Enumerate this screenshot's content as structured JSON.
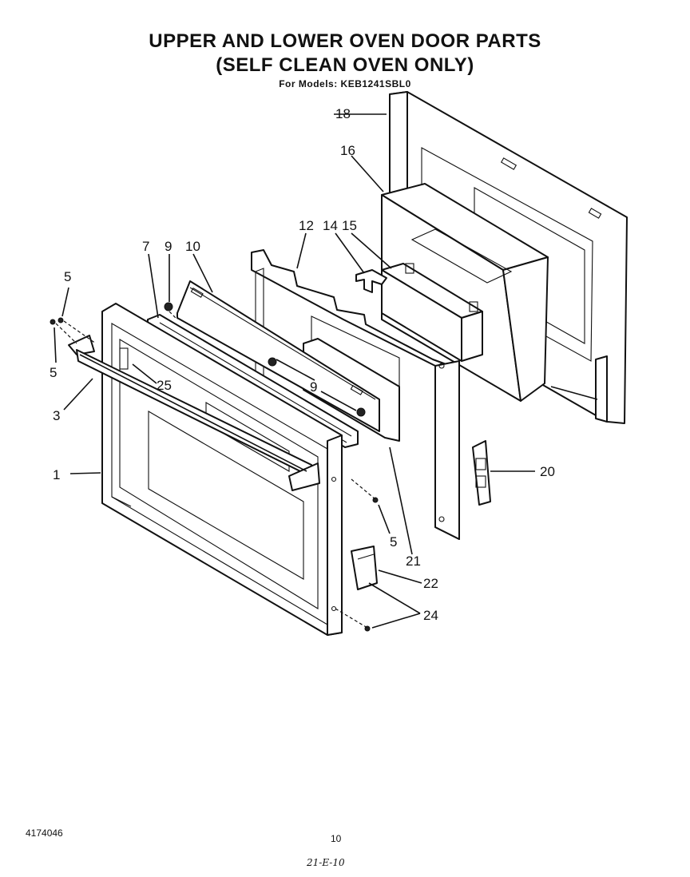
{
  "header": {
    "title_line1": "UPPER AND LOWER OVEN DOOR PARTS",
    "title_line2": "(SELF CLEAN OVEN ONLY)",
    "models_line": "For Models: KEB1241SBL0"
  },
  "footer": {
    "document_number": "4174046",
    "page_number": "10",
    "handwritten_note": "21-E-10"
  },
  "callouts": {
    "c1": "1",
    "c3": "3",
    "c5a": "5",
    "c5b": "5",
    "c5c": "5",
    "c7": "7",
    "c9a": "9",
    "c9b": "9",
    "c10": "10",
    "c12": "12",
    "c14": "14",
    "c15": "15",
    "c16": "16",
    "c18": "18",
    "c20": "20",
    "c21": "21",
    "c22": "22",
    "c24": "24",
    "c25": "25"
  }
}
